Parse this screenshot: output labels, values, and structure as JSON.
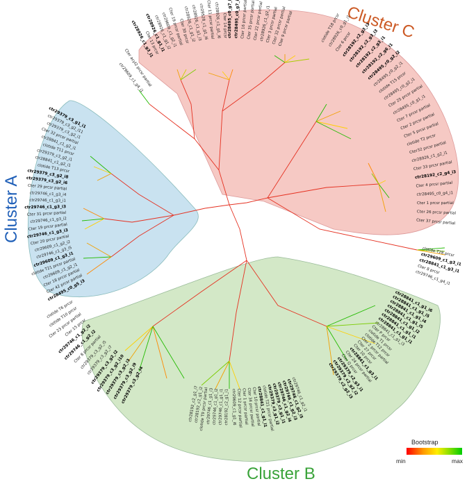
{
  "clusters": {
    "a": {
      "label": "Cluster A",
      "color": "#c9e2f0",
      "text_color": "#1f5fb8"
    },
    "b": {
      "label": "Cluster B",
      "color": "#d3e8c7",
      "text_color": "#3aa33a"
    },
    "c": {
      "label": "Cluster C",
      "color": "#f6c9c4",
      "text_color": "#cc5a25"
    }
  },
  "legend": {
    "title": "Bootstrap",
    "min_label": "min",
    "max_label": "max",
    "gradient": [
      "#ff0000",
      "#ff9900",
      "#ffee00",
      "#77dd00",
      "#00cc00"
    ]
  },
  "leaves": {
    "top": [
      "ctr29609_c1_g4_i1",
      "Cter acyl2 prcsr partial"
    ],
    "cluster_c_top": [
      "ctr28926_c1_g3_i1",
      "Cter 13 prcsr",
      "ctr28926_c1_g1_i1",
      "ctr28926_c1_g1_i2",
      "ctr29609_c1_g2_i1",
      "Cter 19 prcsr partial",
      "Cter 30 prcsr",
      "ctr28926_c1_g1_i2",
      "ctr28926_c1_g1_i3",
      "ctr29528_c1_g1_i6",
      "Cter 11 prcsr partial",
      "ctr28926_c1_g1_i6",
      "Cter 14 prcsr",
      "ctr28495_c0_g7_i1",
      "ctr28495_c0_g7_i3",
      "Cter 16 prcsr partial",
      "Cter 35 prcsr partial",
      "Cter 22 prcsr partial",
      "ctr28926_c1_g2_i1",
      "Cter 3 prcsr partial",
      "Cter 32 prcsr partial",
      "Cter 9 prcsr partial"
    ],
    "cluster_c_right": [
      "clotide T18 prcsr",
      "ctr28926_c0_g1_i1",
      "Cter 6 prcsr",
      "ctr28192_c2_g3_i3",
      "ctr28192_c2_g3_i3",
      "ctr28192_c2_g3_i1",
      "ctr28192_c2_g6_i1",
      "ctr28495_c0_g2_i2",
      "ctr28495_c0_g2_i1",
      "clotide T15 prcsr",
      "ctr28495_c0_g2_i1",
      "Cter 25 prcsr partial",
      "ctr28495_c0_g1_i1",
      "Cter 7 prcsr partial",
      "Cter 2 prcsr partial",
      "Cter 5 prcsr partial",
      "clotide T2 prcsr",
      "Cter32 prcsr partial",
      "ctr28926_c1_g2_i1",
      "Cter 33 prcsr partial",
      "ctr28192_c2_g4_i3",
      "Cter 4 prcsr partial",
      "ctr28495_c0_g4_i1",
      "Cter 1 prcsr partial",
      "Cter 26 prcsr partial",
      "Cter 37 prcsr partial"
    ],
    "cluster_a": [
      "ctr29379_c3_g1_i1",
      "ctr29379_c3_g2_i11",
      "ctr29379_c3_g2_i1",
      "Cter 32 prcsr partial",
      "ctr28841_c1_g2_i1",
      "clotide T11 prcsr",
      "ctr29379_c3_g2_i1",
      "ctr28841_c1_g2_i1",
      "clotide T13 prcsr",
      "ctr29379_c3_g2_i8",
      "ctr29379_c3_g2_i6",
      "Cter 29 prcsr partial",
      "ctr29746_c1_g3_i4",
      "ctr29746_c1_g3_i1",
      "ctr29746_c1_g3_i3",
      "Cter 31 prcsr partial",
      "ctr29746_c1_g3_i2",
      "Cter 19 prcsr partial",
      "ctr29746_c1_g3_i3",
      "Cter 20 prcsr partial",
      "ctr29609_c1_g2_i2",
      "ctr29746_c1_g3_i5",
      "ctr29609_c1_g3_i1",
      "clotide T21 prcsr partial",
      "ctr29609_c1_g2_i1",
      "Cter 18 prcsr partial",
      "Cter 42 prcsr partial",
      "ctr28495_c0_g5_i3"
    ],
    "right_group": [
      "clotide T28 prcsr",
      "ctr29609_c1_g3_i1",
      "ctr28841_c1_g3_i1",
      "Cter 8 prcsr",
      "ctr29746_c1_g4_i1"
    ],
    "cluster_b_right": [
      "ctr28841_c1_g1_i6",
      "ctr28841_c1_g1_i5",
      "ctr28841_c1_g1_i4",
      "ctr28841_c1_g1_i5",
      "ctr28841_c1_g1_i2",
      "ctr28841_c1_g1_i1",
      "ctr28841_c1_g1_i1",
      "ctr28841_c1_g1_i3",
      "Cter P prcsr",
      "clotide T1 prcsr",
      "clotide T12 prcsr",
      "Cter 2 prcsr partial",
      "Cter 27 prcsr",
      "Cter 10 prcsr",
      "ctr28841_c1_g3_i1",
      "Cter 24 prcsr partial",
      "Cter Q prcsr",
      "ctr29379_c2_g3_i1",
      "ctr29379_c2_g2_i2",
      "ctr29379_c2_g2_i3"
    ],
    "cluster_b_bottom": [
      "ctr29746_c1_g2_i1",
      "ctr29746_c1_g2_i5",
      "ctr29746_c1_g2_i3",
      "ctr29746_c1_g2_i4",
      "ctr29379_c3_g1_i1",
      "ctr29379_c3_g1_i2",
      "clotide T21 prcsr partial",
      "ctr28841_c1_g1_i1",
      "Cter 10 prcsr partial",
      "Cter 34 prcsr partial",
      "Cter 1 prcsr partial",
      "Cter 12 prcsr partial",
      "ctr29609_c1_g1_i6",
      "ctr28192_c2_g1_i1",
      "ctr29746_c1_g1_i1",
      "ctr29746_c1_g1_i2",
      "ctr29746_c1_g1_i3",
      "clotide T9 prcsr partial",
      "ctr28192_c2_g1_i2",
      "ctr28192_c2_g1_i7"
    ],
    "cluster_b_left": [
      "ctr29379_c3_g2_i4",
      "ctr29379_c3_g2_i9",
      "ctr29379_c3_g2_i3",
      "ctr29379_c3_g2_i10",
      "ctr29379_c3_g2_i2",
      "ctr29379_c3_g2_i7",
      "ctr29379_c3_g2_i5",
      "Cter 8 prcsr partial",
      "ctr29746_c1_g2_i2",
      "ctr29746_c1_g2_i2",
      "Cter 15 prcsr",
      "Cter 23 prcsr partial",
      "clotide T10 prcsr",
      "clotide T6 prcsr"
    ]
  }
}
